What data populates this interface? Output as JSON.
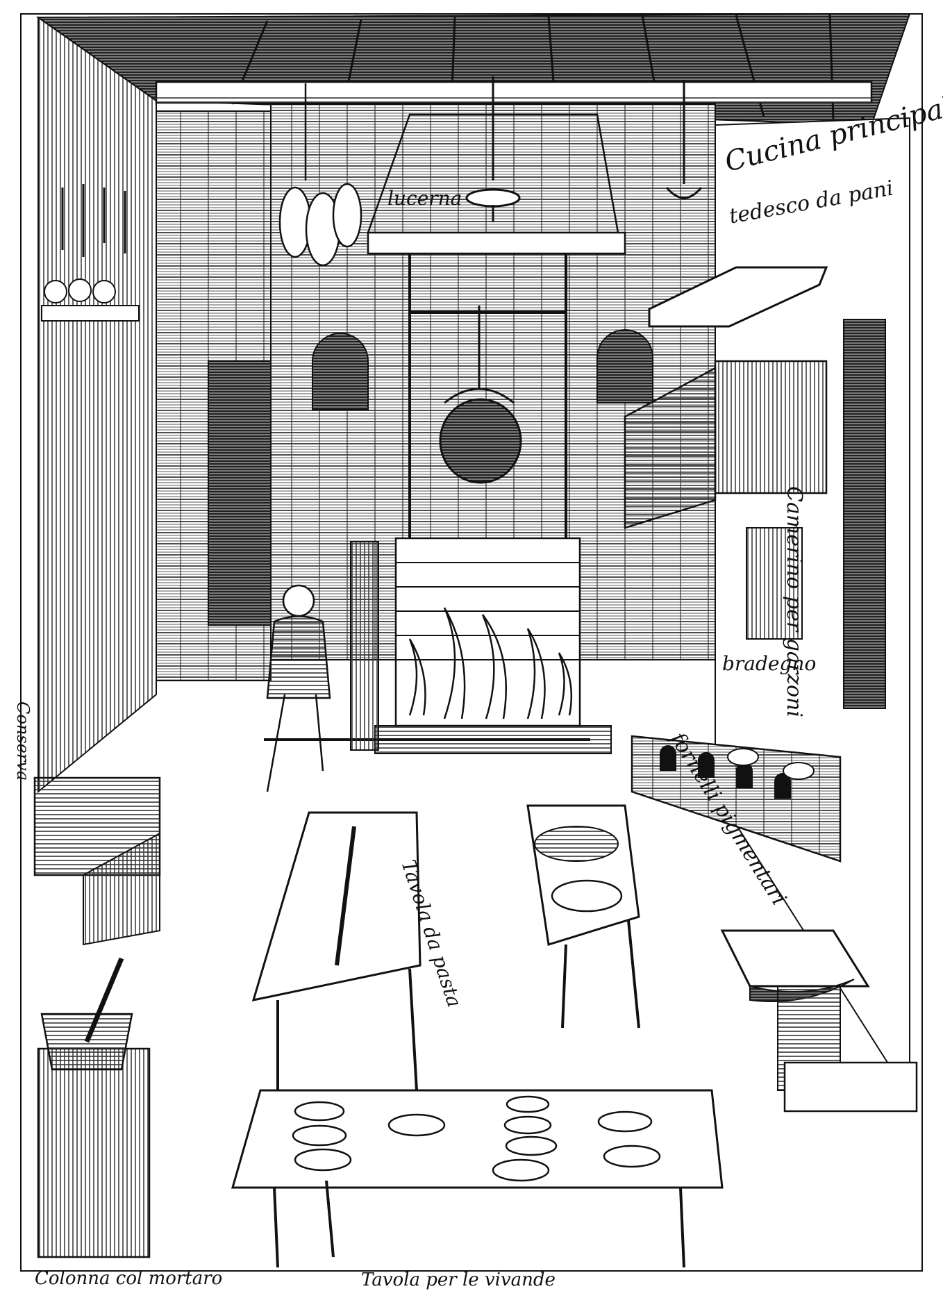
{
  "illustration": {
    "labels": {
      "cucina": "Cucina principale",
      "tasche": "tedesco da pani",
      "lucerna": "lucerna",
      "camera": "Camerino per garzoni",
      "bradegno": "bradegno",
      "conserva": "Conserva",
      "fornelli": "fornelli pigmentari",
      "tavola": "Tavola da pasta",
      "colonna": "Colonna col mortaro",
      "tavola2": "Tavola per le vivande"
    },
    "colors": {
      "ink": "#111111",
      "paper": "#ffffff",
      "hatch": "#444444"
    }
  }
}
